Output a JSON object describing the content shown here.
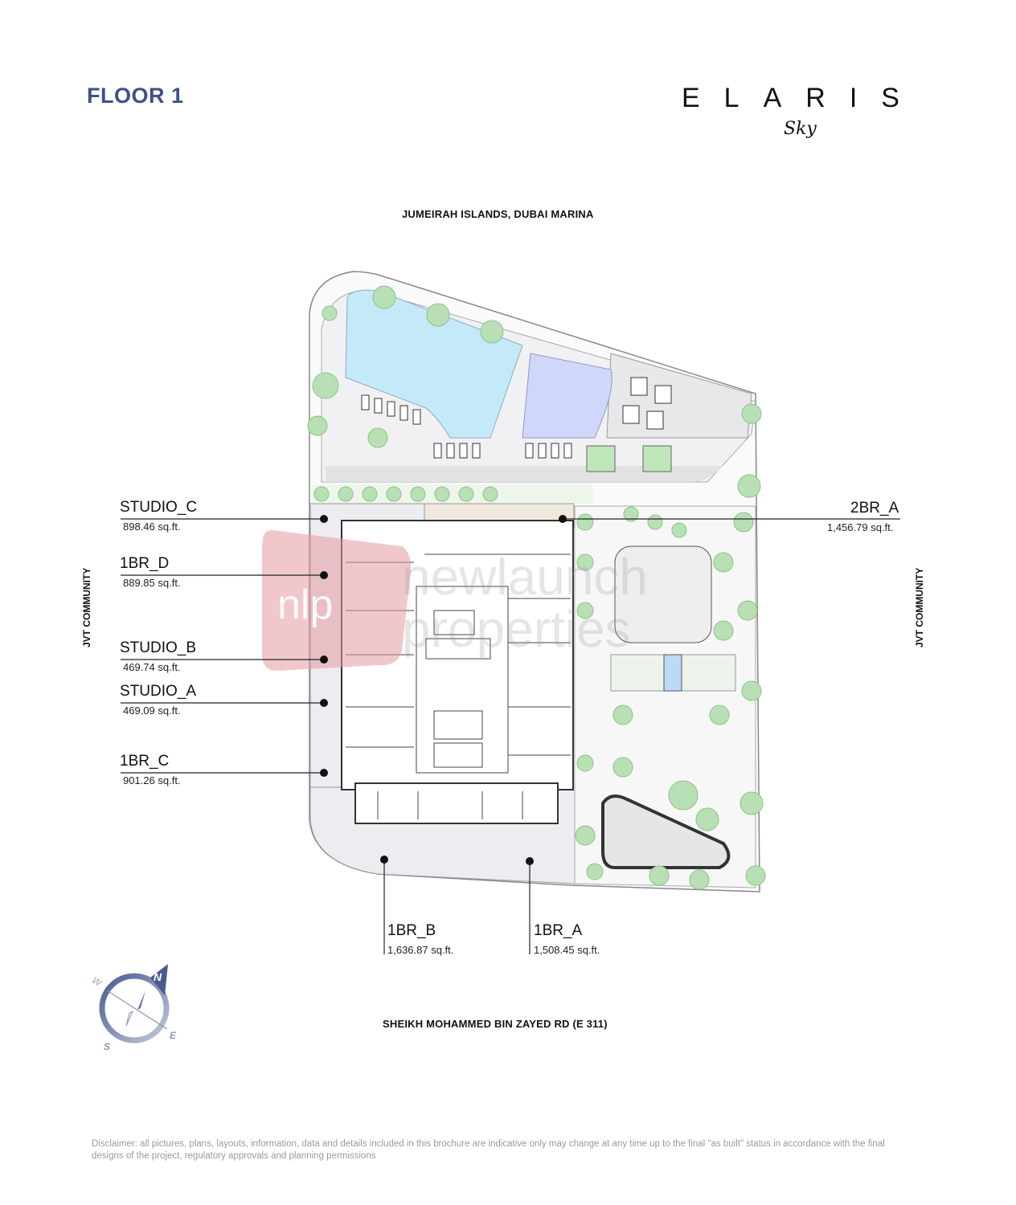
{
  "header": {
    "floor_title": "FLOOR 1",
    "brand": "ELARIS",
    "brand_sub": "Sky"
  },
  "roads": {
    "north": "JUMEIRAH ISLANDS, DUBAI MARINA",
    "south": "SHEIKH MOHAMMED BIN ZAYED RD (E 311)",
    "west": "JVT COMMUNITY",
    "east": "JVT COMMUNITY"
  },
  "units": [
    {
      "name": "STUDIO_C",
      "area": "898.46 sq.ft."
    },
    {
      "name": "1BR_D",
      "area": "889.85 sq.ft."
    },
    {
      "name": "STUDIO_B",
      "area": "469.74 sq.ft."
    },
    {
      "name": "STUDIO_A",
      "area": "469.09 sq.ft."
    },
    {
      "name": "1BR_C",
      "area": "901.26 sq.ft."
    },
    {
      "name": "2BR_A",
      "area": "1,456.79 sq.ft."
    },
    {
      "name": "1BR_B",
      "area": "1,636.87 sq.ft."
    },
    {
      "name": "1BR_A",
      "area": "1,508.45 sq.ft."
    }
  ],
  "compass": {
    "n": "N",
    "s": "S",
    "e": "E",
    "w": "W"
  },
  "watermark": "newlaunch properties",
  "disclaimer": "Disclaimer: all pictures, plans, layouts, information, data and details included in this brochure are indicative only may change at any time up to the final \"as built\" status in accordance with the final designs of the project, regulatory approvals and planning permissions",
  "colors": {
    "title": "#3f4f86",
    "pool": "#bfe6f7",
    "green": "#b9e0b4",
    "terrace": "#e9e9ee",
    "watermark": "#e7a3a8"
  }
}
